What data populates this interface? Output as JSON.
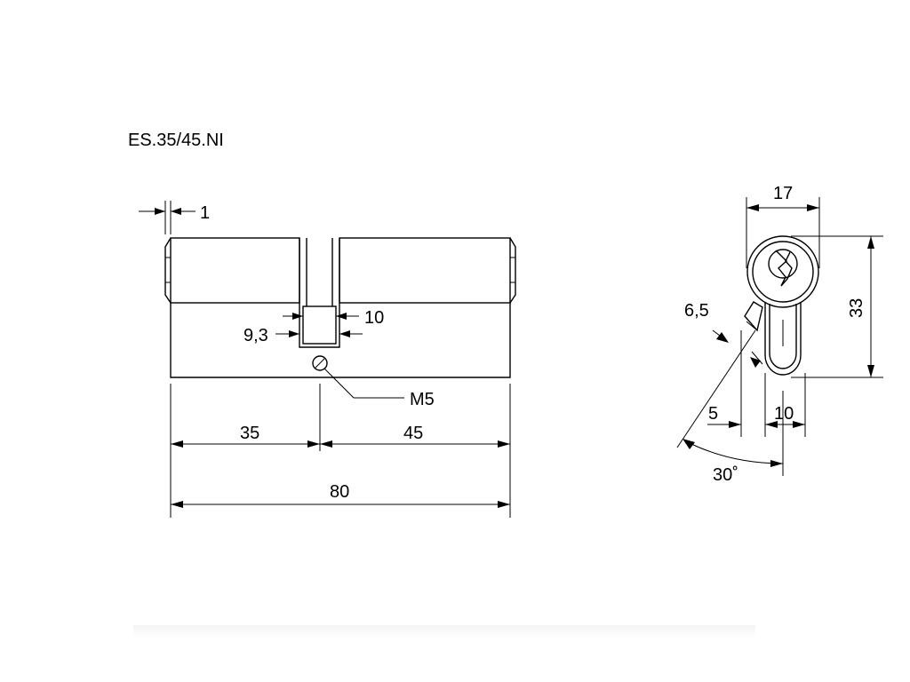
{
  "title": "ES.35/45.NI",
  "front_view": {
    "dim_flange": "1",
    "dim_cam_gap": "10",
    "dim_cam_width": "9,3",
    "screw_label": "M5",
    "dim_left": "35",
    "dim_right": "45",
    "dim_total": "80"
  },
  "side_view": {
    "dim_width": "17",
    "dim_height": "33",
    "dim_cam_thickness": "6,5",
    "dim_offset": "5",
    "dim_bottom_width": "10",
    "dim_angle": "30˚"
  }
}
